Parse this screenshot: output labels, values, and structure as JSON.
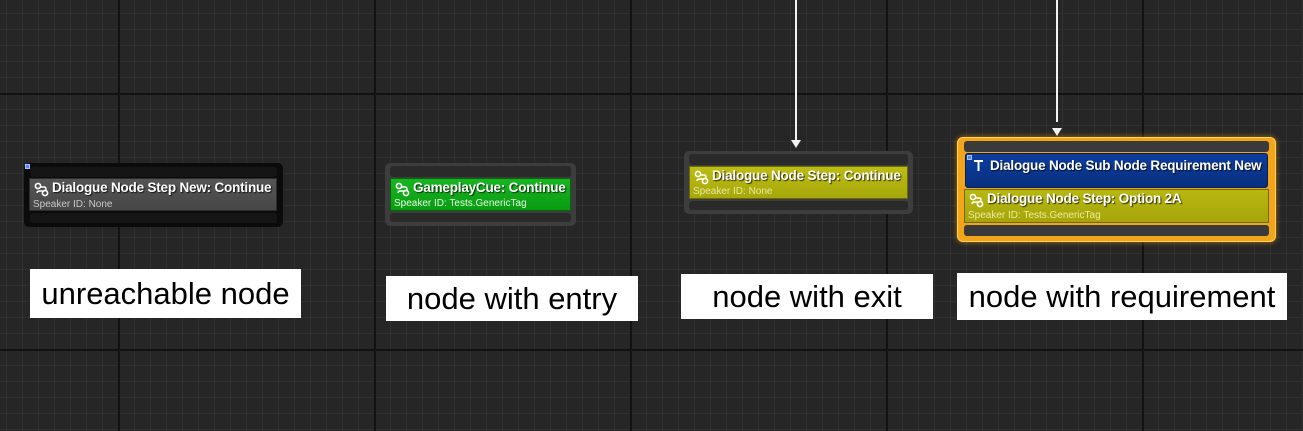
{
  "wire_color": "#f2f2f2",
  "nodes": {
    "unreachable": {
      "title": "Dialogue Node Step New: Continue",
      "speaker": "Speaker ID: None",
      "step_color": "#4d4d4d",
      "icon": "dialogue-step-icon"
    },
    "entry": {
      "title": "GameplayCue: Continue",
      "speaker": "Speaker ID: Tests.GenericTag",
      "step_color": "#10aa18",
      "icon": "dialogue-step-icon"
    },
    "exit": {
      "title": "Dialogue Node Step: Continue",
      "speaker": "Speaker ID: None",
      "step_color": "#b2b20f",
      "icon": "dialogue-step-icon"
    },
    "requirement": {
      "requirement_title": "Dialogue Node Sub Node Requirement New",
      "title": "Dialogue Node Step: Option 2A",
      "speaker": "Speaker ID: Tests.GenericTag",
      "step_color": "#b2b20f",
      "requirement_color": "#0a3690",
      "selection_color": "#f2a51a",
      "icon": "dialogue-step-icon",
      "requirement_icon": "requirement-icon"
    }
  },
  "captions": {
    "unreachable": "unreachable node",
    "entry": "node with entry",
    "exit": "node with exit",
    "requirement": "node with requirement"
  }
}
